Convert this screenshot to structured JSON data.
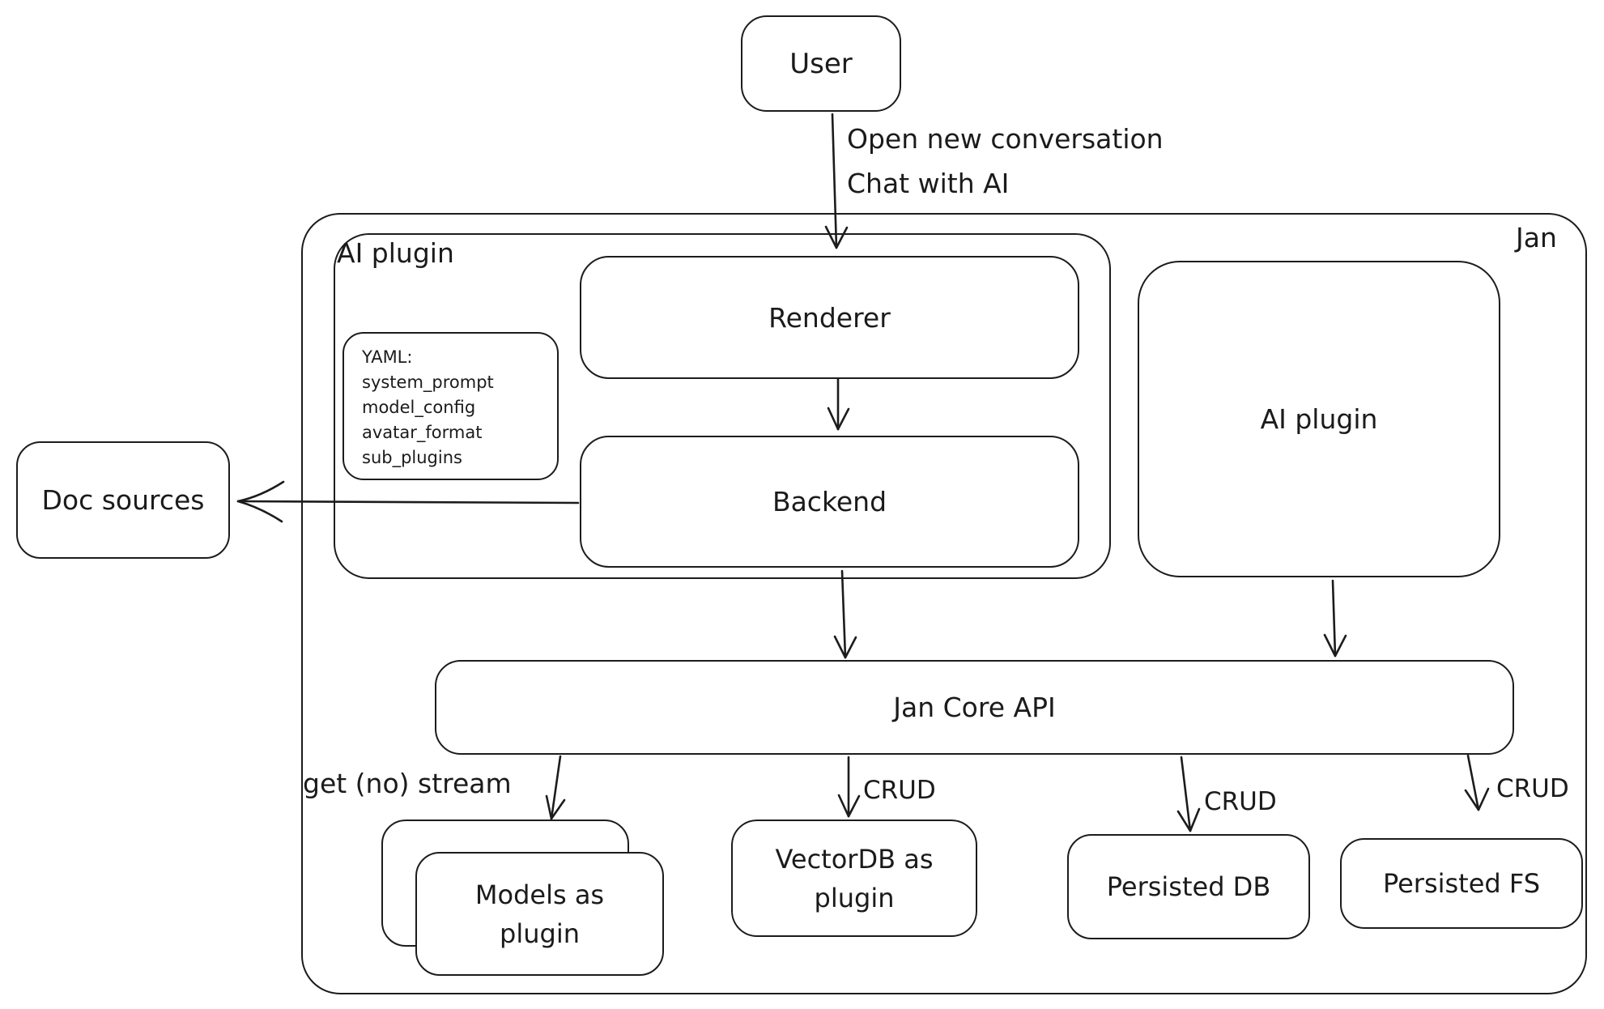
{
  "canvas": {
    "background": "#ffffff",
    "stroke_color": "#1c1c1c"
  },
  "nodes": {
    "user": {
      "label": "User"
    },
    "jan_container": {
      "label": "Jan"
    },
    "ai_plugin_container": {
      "label": "AI plugin"
    },
    "yaml_note": {
      "title": "YAML:",
      "lines": [
        "system_prompt",
        "model_config",
        "avatar_format",
        "sub_plugins"
      ]
    },
    "renderer": {
      "label": "Renderer"
    },
    "backend": {
      "label": "Backend"
    },
    "doc_sources": {
      "label": "Doc sources"
    },
    "ai_plugin_right": {
      "label": "AI plugin"
    },
    "jan_core_api": {
      "label": "Jan Core API"
    },
    "models_as_plugin": {
      "label": "Models as plugin"
    },
    "vectordb_as_plugin": {
      "label": "VectorDB as plugin"
    },
    "persisted_db": {
      "label": "Persisted DB"
    },
    "persisted_fs": {
      "label": "Persisted FS"
    }
  },
  "edge_labels": {
    "user_to_renderer_line1": "Open new conversation",
    "user_to_renderer_line2": "Chat with AI",
    "jan_core_to_models": "get (no) stream",
    "jan_core_to_vectordb": "CRUD",
    "jan_core_to_persisted_db": "CRUD",
    "jan_core_to_persisted_fs": "CRUD"
  }
}
